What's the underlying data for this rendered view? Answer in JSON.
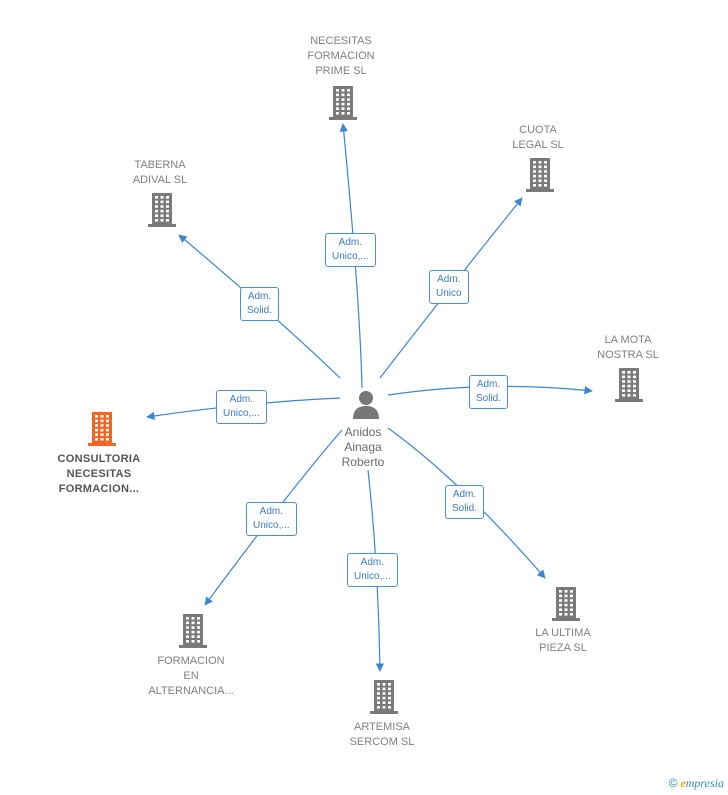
{
  "center": {
    "name_lines": [
      "Anidos",
      "Ainaga",
      "Roberto"
    ]
  },
  "companies": [
    {
      "id": "necesitas-formacion-prime",
      "lines": [
        "NECESITAS",
        "FORMACION",
        "PRIME  SL"
      ],
      "highlight": false
    },
    {
      "id": "cuota-legal",
      "lines": [
        "CUOTA",
        "LEGAL  SL"
      ],
      "highlight": false
    },
    {
      "id": "taberna-adival",
      "lines": [
        "TABERNA",
        "ADIVAL  SL"
      ],
      "highlight": false
    },
    {
      "id": "la-mota-nostra",
      "lines": [
        "LA MOTA",
        "NOSTRA  SL"
      ],
      "highlight": false
    },
    {
      "id": "consultoria-necesitas",
      "lines": [
        "CONSULTORIA",
        "NECESITAS",
        "FORMACION..."
      ],
      "highlight": true
    },
    {
      "id": "la-ultima-pieza",
      "lines": [
        "LA ULTIMA",
        "PIEZA  SL"
      ],
      "highlight": false
    },
    {
      "id": "formacion-en-alternancia",
      "lines": [
        "FORMACION",
        "EN",
        "ALTERNANCIA..."
      ],
      "highlight": false
    },
    {
      "id": "artemisa-sercom",
      "lines": [
        "ARTEMISA",
        "SERCOM  SL"
      ],
      "highlight": false
    }
  ],
  "roles": [
    {
      "target": "necesitas-formacion-prime",
      "lines": [
        "Adm.",
        "Unico,..."
      ]
    },
    {
      "target": "cuota-legal",
      "lines": [
        "Adm.",
        "Unico"
      ]
    },
    {
      "target": "taberna-adival",
      "lines": [
        "Adm.",
        "Solid."
      ]
    },
    {
      "target": "la-mota-nostra",
      "lines": [
        "Adm.",
        "Solid."
      ]
    },
    {
      "target": "consultoria-necesitas",
      "lines": [
        "Adm.",
        "Unico,..."
      ]
    },
    {
      "target": "la-ultima-pieza",
      "lines": [
        "Adm.",
        "Solid."
      ]
    },
    {
      "target": "formacion-en-alternancia",
      "lines": [
        "Adm.",
        "Unico,..."
      ]
    },
    {
      "target": "artemisa-sercom",
      "lines": [
        "Adm.",
        "Unico,..."
      ]
    }
  ],
  "colors": {
    "edge": "#3a86d4",
    "building": "#7a7a7a",
    "building_highlight": "#f26522",
    "person": "#777777"
  },
  "footer": {
    "copyright": "©",
    "brand_initial": "e",
    "brand_rest": "mpresia"
  }
}
